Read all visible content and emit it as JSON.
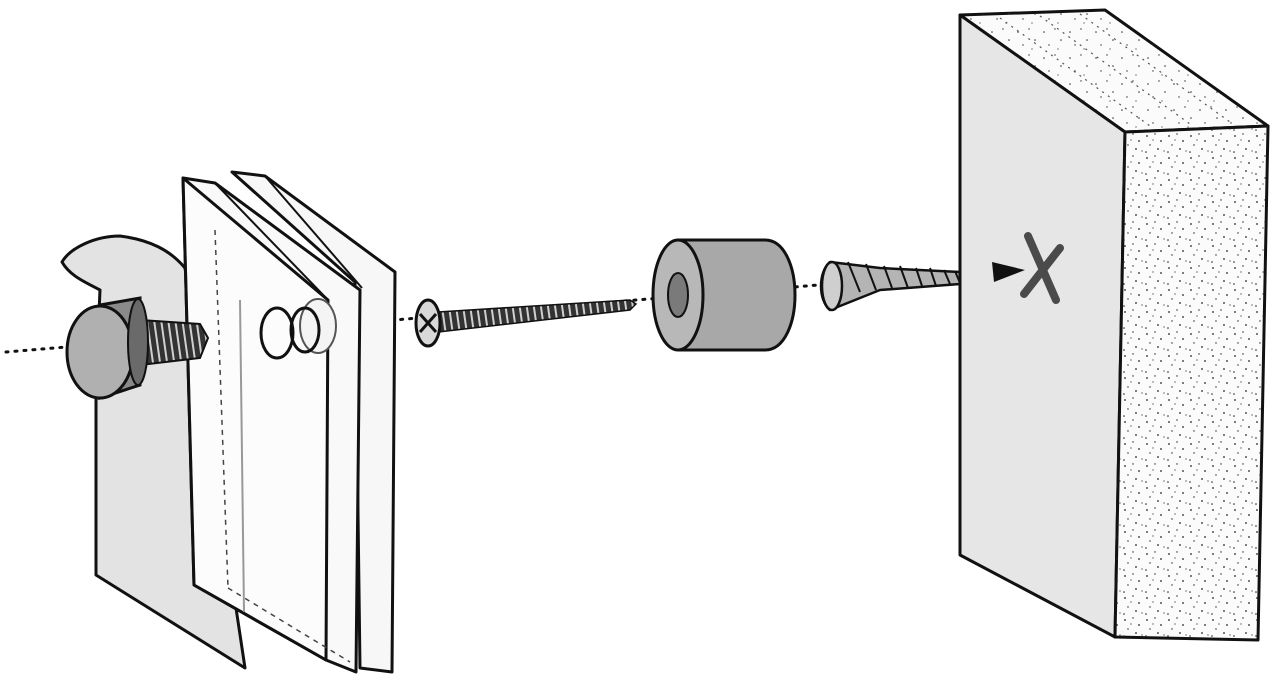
{
  "diagram": {
    "kind": "exploded-assembly",
    "parts": [
      {
        "id": "print-sheet",
        "icon": "paper-sheet-icon"
      },
      {
        "id": "decorative-cap",
        "icon": "cap-nut-icon"
      },
      {
        "id": "glass-panels",
        "icon": "acrylic-panel-icon"
      },
      {
        "id": "washers",
        "icon": "washer-icon"
      },
      {
        "id": "wood-screw",
        "icon": "screw-icon"
      },
      {
        "id": "spacer-barrel",
        "icon": "standoff-icon"
      },
      {
        "id": "wall-anchor",
        "icon": "wall-plug-icon"
      },
      {
        "id": "drill-mark",
        "icon": "x-mark-icon"
      },
      {
        "id": "wall-block",
        "icon": "wall-icon"
      }
    ],
    "colors": {
      "outline": "#111111",
      "panel_fill": "#f7f7f7",
      "paper_fill": "#e3e3e3",
      "metal_fill": "#b0b0b0",
      "metal_dark": "#6a6a6a",
      "wall_face": "#e6e6e6",
      "wall_edge": "#fbfbfb",
      "mark": "#4a4a4a"
    }
  }
}
